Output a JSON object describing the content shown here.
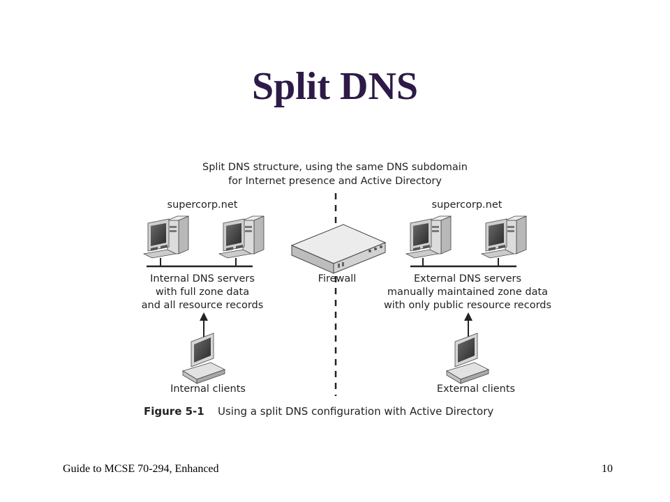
{
  "slide": {
    "title": "Split DNS",
    "footer_left": "Guide to MCSE 70-294, Enhanced",
    "page_number": "10"
  },
  "diagram": {
    "heading_line1": "Split DNS structure, using the same DNS subdomain",
    "heading_line2": "for Internet presence and Active Directory",
    "left_domain": "supercorp.net",
    "right_domain": "supercorp.net",
    "firewall_label": "Firewall",
    "internal_servers": [
      "Internal DNS servers",
      "with full zone data",
      "and all resource records"
    ],
    "external_servers": [
      "External DNS servers",
      "manually maintained zone data",
      "with only public resource records"
    ],
    "internal_clients": "Internal clients",
    "external_clients": "External clients",
    "figure_number": "Figure 5-1",
    "figure_caption": "Using a split DNS configuration with Active Directory"
  }
}
